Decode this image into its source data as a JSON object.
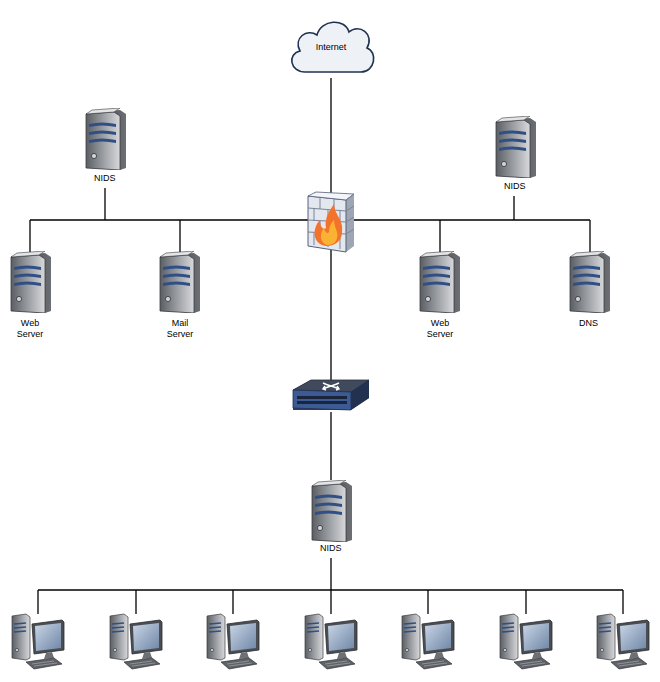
{
  "diagram": {
    "nodes": [
      {
        "text": [
          "Internet"
        ]
      },
      {
        "text": [
          "NIDS"
        ]
      },
      {
        "text": [
          "NIDS"
        ]
      },
      {
        "text": [
          "Web Server"
        ]
      },
      {
        "text": [
          "Mail Server"
        ]
      },
      {
        "text": [
          "Web Server"
        ]
      },
      {
        "text": [
          "DNS"
        ]
      },
      {
        "text": [
          "NIDS"
        ]
      }
    ]
  }
}
